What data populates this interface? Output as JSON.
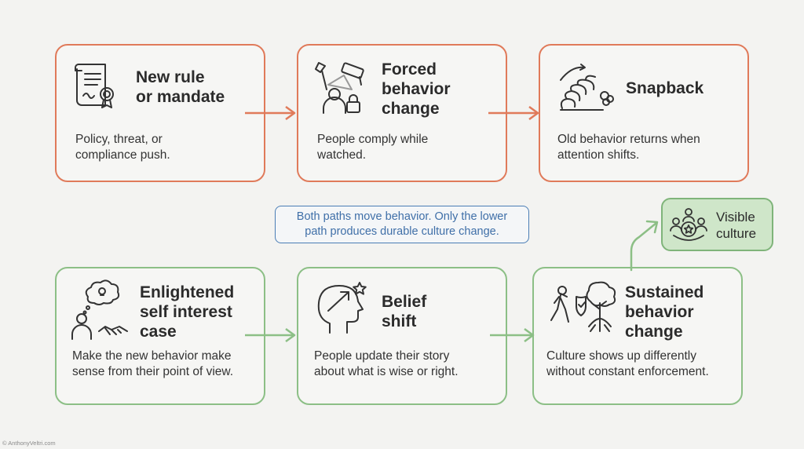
{
  "boxes": {
    "rule": {
      "title_line1": "New rule",
      "title_line2": "or mandate",
      "desc_line1": "Policy, threat, or",
      "desc_line2": "compliance push."
    },
    "forced": {
      "title_line1": "Forced",
      "title_line2": "behavior",
      "title_line3": "change",
      "desc_line1": "People comply while",
      "desc_line2": "watched."
    },
    "snapback": {
      "title_line1": "Snapback",
      "desc_line1": "Old behavior returns when",
      "desc_line2": "attention shifts."
    },
    "enlightened": {
      "title_line1": "Enlightened",
      "title_line2": "self interest",
      "title_line3": "case",
      "desc_line1": "Make the new behavior make",
      "desc_line2": "sense from their point of view."
    },
    "belief": {
      "title_line1": "Belief",
      "title_line2": "shift",
      "desc_line1": "People update their story",
      "desc_line2": "about what is wise or right."
    },
    "sustained": {
      "title_line1": "Sustained",
      "title_line2": "behavior",
      "title_line3": "change",
      "desc_line1": "Culture shows up differently",
      "desc_line2": "without constant enforcement."
    }
  },
  "note": {
    "line1": "Both paths move behavior. Only the lower",
    "line2": "path produces durable culture change."
  },
  "visible_culture": {
    "line1": "Visible",
    "line2": "culture"
  },
  "credit": "© AnthonyVeltri.com",
  "colors": {
    "orange": "#e07a5a",
    "green": "#8cbf86",
    "blue": "#4a7db5",
    "vis_fill": "#cfe6c9"
  },
  "icons": [
    "document-seal-icon",
    "surveillance-camera-person-icon",
    "spring-snapback-icon",
    "thinking-handshake-icon",
    "head-arrow-star-icon",
    "walking-shield-tree-icon",
    "people-star-icon"
  ]
}
